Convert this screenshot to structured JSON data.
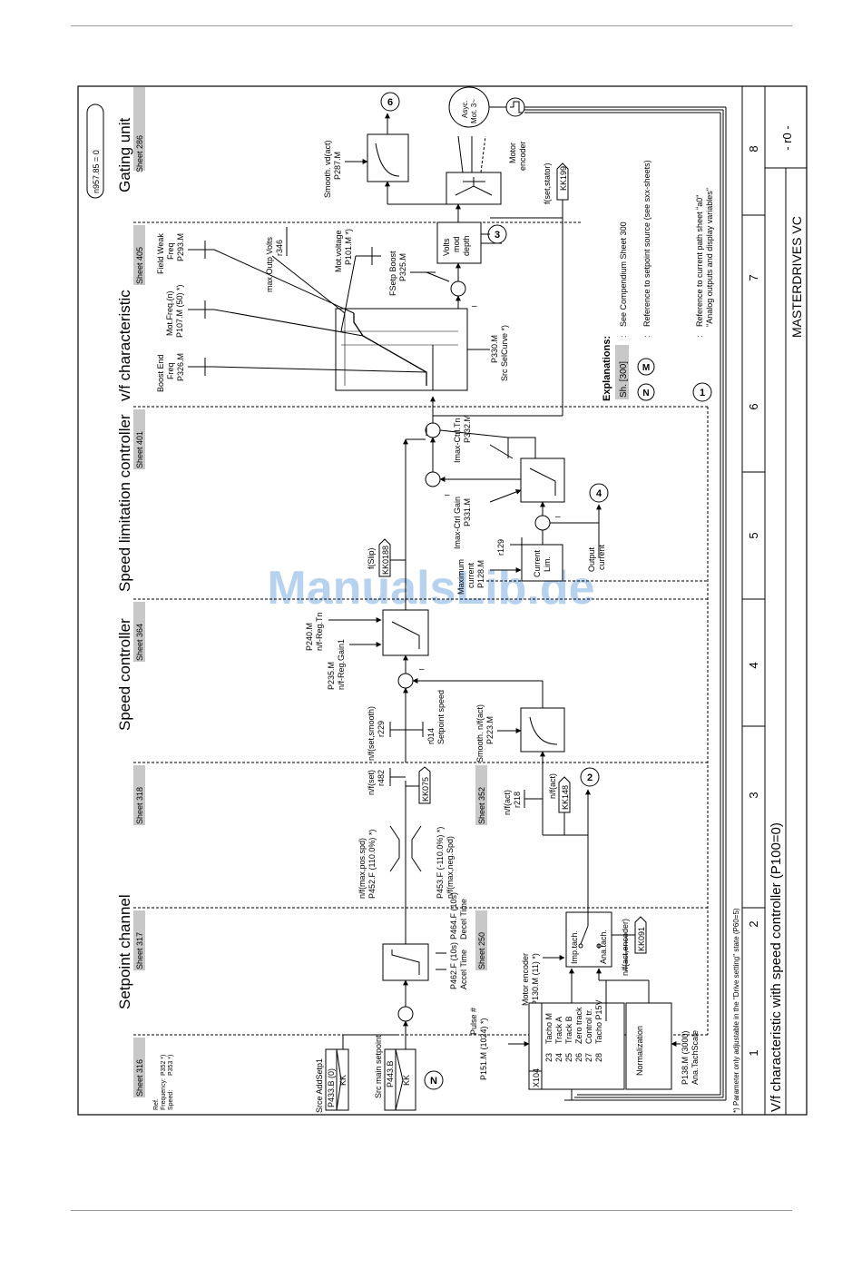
{
  "watermark": "ManualsLib.de",
  "doc": {
    "title": "V/f characteristic with speed controller (P100=0)",
    "product": "MASTERDRIVES VC",
    "sheet_id": "- r0 -",
    "footnote": "*) Parameter only adjustable in the \"Drive setting\" state (P60=5)",
    "column_numbers": [
      "1",
      "2",
      "3",
      "4",
      "5",
      "6",
      "7",
      "8"
    ],
    "top_right_param": "n957.85 = 0"
  },
  "sections": {
    "setpoint_channel": "Setpoint channel",
    "speed_controller": "Speed controller",
    "speed_limitation": "Speed limitation controller",
    "vf_characteristic": "v/f characteristic",
    "gating_unit": "Gating unit"
  },
  "sheets": {
    "s316": "Sheet 316",
    "s317": "Sheet 317",
    "s318": "Sheet 318",
    "s364": "Sheet 364",
    "s401": "Sheet 401",
    "s405": "Sheet 405",
    "s286": "Sheet 286",
    "s250": "Sheet 250",
    "s352": "Sheet 352"
  },
  "ref": {
    "ref": "Ref.",
    "freq": "Frequency:",
    "speed": "Speed:",
    "p352": "P352 *)",
    "p353": "P353 *)"
  },
  "labels": {
    "src_add": "Srce AddSetp1",
    "p433": "P433.B (0)",
    "kk1": "KK",
    "src_main": "Src main setpoint",
    "p443": "P443.B",
    "kk2": "KK",
    "n_circle": "N",
    "p462": "P462.F (10s)",
    "accel": "Accel Time",
    "p464": "P464.F (10s)",
    "decel": "Decel Time",
    "nmax_pos": "n/f(max,pos.spd)",
    "p452": "P452.F (110.0%) *)",
    "p453": "P453.F (-110.0%) *)",
    "nmax_neg": "n/f(max,neg.Spd)",
    "nset": "n/f(set)",
    "r482": "r482",
    "kk075": "KK075",
    "nsetsm": "n/f(set,smooth)",
    "r229": "r229",
    "r014": "r014",
    "setpoint_speed": "Setpoint speed",
    "p235": "P235.M",
    "nreg_gain": "n/f-Reg.Gain1",
    "p240": "P240.M",
    "nreg_tn": "n/f-Reg.Tn",
    "fslip": "f(Slip)",
    "kk0188": "KK0188",
    "maxcur": "Maximum",
    "current": "current",
    "p128": "P128.M",
    "r129": "r129",
    "curlim1": "Current",
    "curlim2": "Lim.",
    "output1": "Output",
    "output2": "current",
    "circ4": "4",
    "imax_gain": "Imax-Ctrl Gain",
    "p331": "P331.M",
    "imax_tn": "Imax-Ctrl.Tn",
    "p332": "P332.M",
    "boost_end": "Boost End",
    "freq": "Freq",
    "p326": "P326.M",
    "motfreq": "Mot.Freq.(n)",
    "p107": "P107.M (50) *)",
    "fieldweak": "Field Weak",
    "freq2": "Freq",
    "p293": "P293.M",
    "maxoutp": "max.Outp Volts",
    "r346": "r346",
    "motvolt": "Mot.voltage",
    "p101": "P101.M *)",
    "fsetp": "FSetp Boost",
    "p325": "P325.M",
    "p330": "P330.M",
    "src_selc": "Src SelCurve *)",
    "volts1": "Volts",
    "volts2": "mod",
    "volts3": "depth",
    "circ3": "3",
    "circ6": "6",
    "smooth_vd": "Smooth. vd(act)",
    "p287": "P287.M",
    "fset_stator": "f(set,stator)",
    "kk199": "KK199",
    "asyc1": "Asyc.",
    "asyc2": "Mot. 3~",
    "motor_enc1": "Motor",
    "motor_enc2": "encoder",
    "smooth_nact": "Smooth. n/f(act)",
    "p223": "P223.M",
    "nact": "n/f(act)",
    "r218": "r218",
    "kk148": "KK148",
    "circ2": "2",
    "pulse": "Pulse #",
    "p151": "P151.M (1024) *)",
    "x104": "X104",
    "tacho_m": "Tacho M",
    "track_a": "Track A",
    "track_b": "Track B",
    "zero_track": "Zero track",
    "control_tr": "Control tr.",
    "tacho_p15": "Tacho P15V",
    "normalization": "Normalization",
    "p138": "P138.M (3000)",
    "ana_scale": "Ana.TachScale",
    "motor_encoder": "Motor encoder",
    "p130": "P130.M (11) *)",
    "imp_tach": "Imp.tach.",
    "ana_tach": "Ana.tach.",
    "nf_act_enc": "n/f(act,encoder)",
    "kk091": "KK091",
    "minus": "–"
  },
  "terminals": [
    "23",
    "24",
    "25",
    "26",
    "27",
    "28"
  ],
  "explanations": {
    "title": "Explanations:",
    "sh300": "Sh. [300]",
    "e1": "See Compendium  Sheet 300",
    "nm_n": "N",
    "nm_m": "M",
    "e2": "Reference to setpoint source (see sxx-sheets)",
    "c1": "1",
    "e3": "Reference to current path sheet \"a0\"",
    "e4": "\"Analog outputs and display variables\"",
    "colon": ":"
  }
}
